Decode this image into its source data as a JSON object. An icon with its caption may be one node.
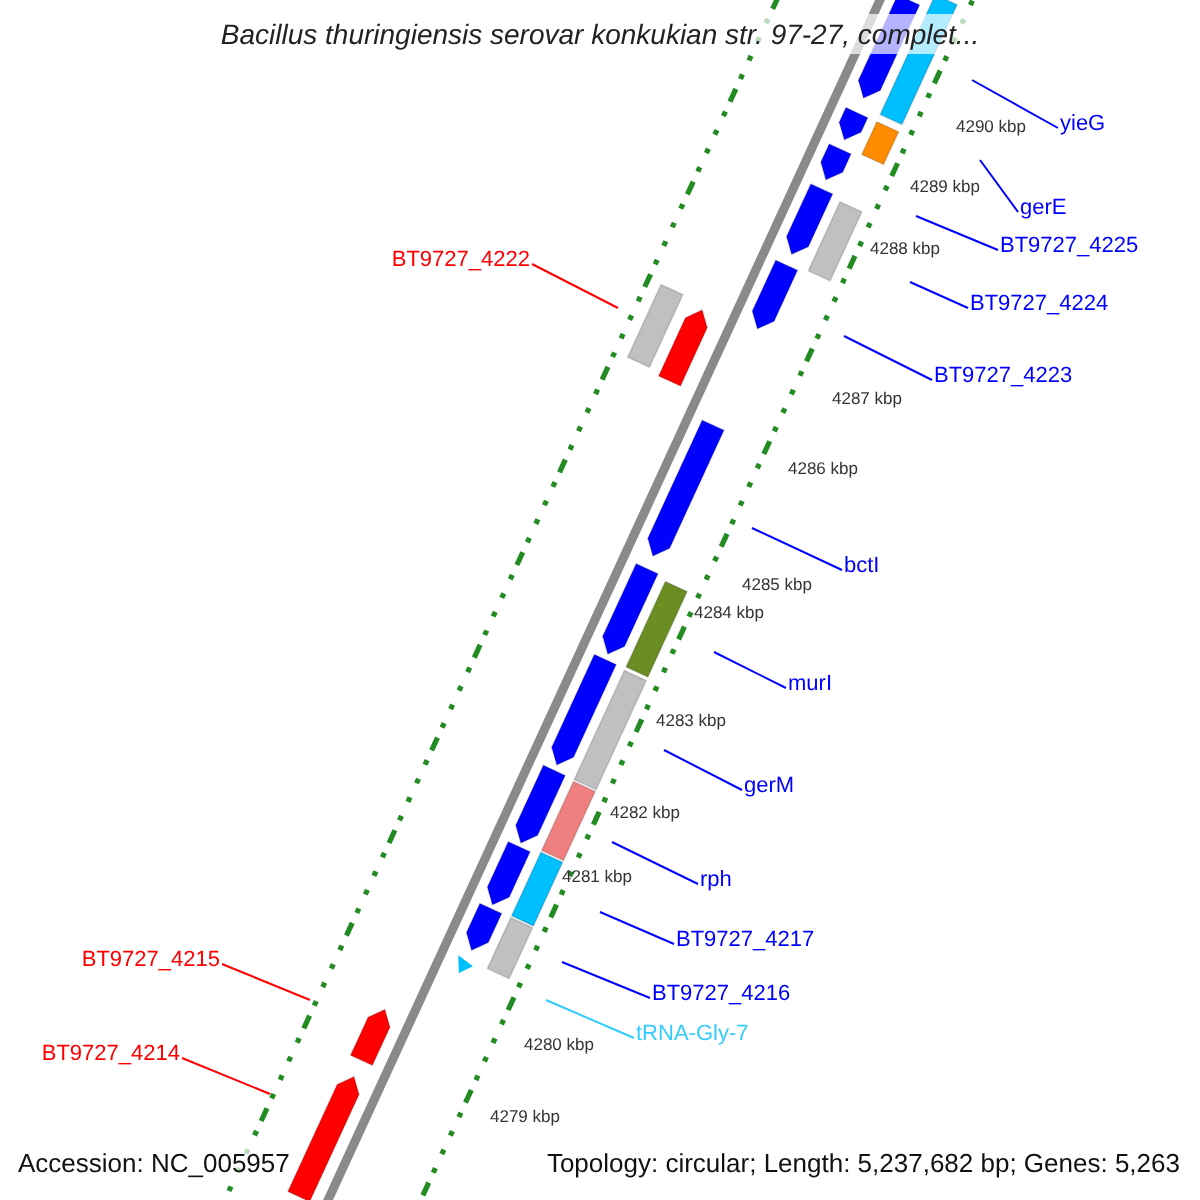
{
  "diagram": {
    "title": "Bacillus thuringiensis serovar konkukian str. 97-27, complet...",
    "nodes": [
      {
        "text": [
          "yieG"
        ]
      },
      {
        "text": [
          "gerE"
        ]
      },
      {
        "text": [
          "BT9727_4225"
        ]
      },
      {
        "text": [
          "BT9727_4224"
        ]
      },
      {
        "text": [
          "BT9727_4223"
        ]
      },
      {
        "text": [
          "BT9727_4222"
        ]
      },
      {
        "text": [
          "bctI"
        ]
      },
      {
        "text": [
          "murI"
        ]
      },
      {
        "text": [
          "gerM"
        ]
      },
      {
        "text": [
          "rph"
        ]
      },
      {
        "text": [
          "BT9727_4217"
        ]
      },
      {
        "text": [
          "BT9727_4216"
        ]
      },
      {
        "text": [
          "tRNA-Gly-7"
        ]
      },
      {
        "text": [
          "BT9727_4215"
        ]
      },
      {
        "text": [
          "BT9727_4214"
        ]
      }
    ],
    "edges": [
      {
        "from": 0,
        "to": null,
        "arrow": "none"
      },
      {
        "from": 1,
        "to": null,
        "arrow": "none"
      },
      {
        "from": 2,
        "to": null,
        "arrow": "none"
      },
      {
        "from": 3,
        "to": null,
        "arrow": "none"
      },
      {
        "from": 4,
        "to": null,
        "arrow": "none"
      },
      {
        "from": 5,
        "to": null,
        "arrow": "none",
        "color": "#ff0000"
      },
      {
        "from": 6,
        "to": null,
        "arrow": "none"
      },
      {
        "from": 7,
        "to": null,
        "arrow": "none"
      },
      {
        "from": 8,
        "to": null,
        "arrow": "none"
      },
      {
        "from": 9,
        "to": null,
        "arrow": "none"
      },
      {
        "from": 10,
        "to": null,
        "arrow": "none"
      },
      {
        "from": 11,
        "to": null,
        "arrow": "none"
      },
      {
        "from": 12,
        "to": null,
        "arrow": "none",
        "color": "#33ccff"
      },
      {
        "from": 13,
        "to": null,
        "arrow": "none",
        "color": "#ff0000"
      },
      {
        "from": 14,
        "to": null,
        "arrow": "none",
        "color": "#ff0000"
      }
    ],
    "labels": [
      "4290 kbp",
      "4289 kbp",
      "4288 kbp",
      "4287 kbp",
      "4286 kbp",
      "4285 kbp",
      "4284 kbp",
      "4283 kbp",
      "4282 kbp",
      "4281 kbp",
      "4280 kbp",
      "4279 kbp",
      "Accession: NC_005957",
      "Topology: circular; Length: 5,237,682 bp; Genes: 5,263"
    ]
  }
}
